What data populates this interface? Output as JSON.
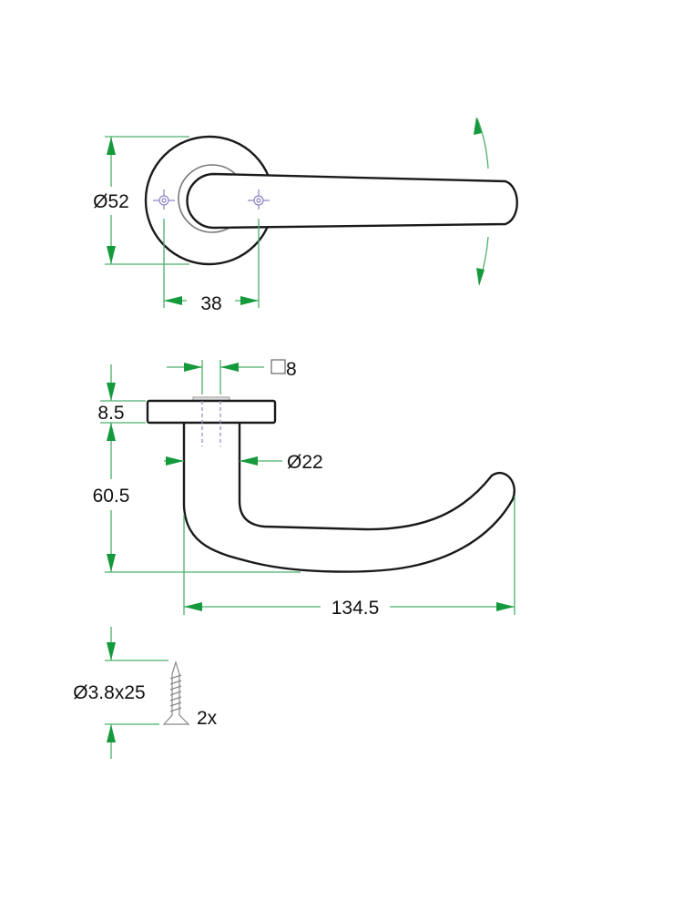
{
  "top_view": {
    "rose_diameter_label": "Ø52",
    "hole_spacing_label": "38"
  },
  "side_view": {
    "spindle_label": "8",
    "rose_thickness_label": "8.5",
    "neck_diameter_label": "Ø22",
    "height_label": "60.5",
    "length_label": "134.5"
  },
  "screws": {
    "size_label": "Ø3.8x25",
    "quantity_label": "2x"
  },
  "colors": {
    "dimension": "#149a3c",
    "outline": "#1a1a1a",
    "hidden_lines": "#8a86c8"
  }
}
